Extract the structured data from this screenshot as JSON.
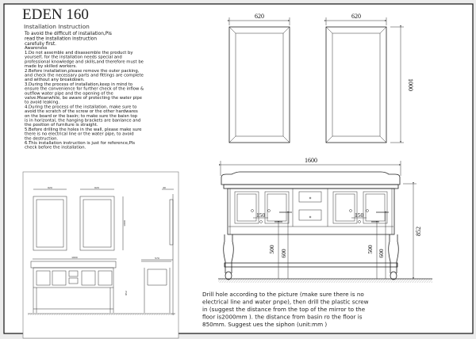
{
  "header": {
    "title": "EDEN 160",
    "subtitle": "Installation Instruction"
  },
  "instructions": [
    "To avoid the difficult of installation,Pls",
    "read the installation instruction",
    "carefully first.",
    "Awareness",
    "1.Do not assemble and disassemble the product by",
    "yourself, for the installation needs special and",
    "professional knowledge and skills,and therefore must be",
    "made by skilled workers.",
    "2.Before installation,please remove the outer packing,",
    "and check the necessary parts and fittings are complete",
    "and without any breakdown.",
    "3.During the process of installation,keep in mind to",
    "ensure the convenience for further check of the inflow &",
    "outflow water pipe and the opening of the",
    "valve.Meanwhile, be aware of protecting the water pipe",
    "to avoid leaking.",
    "4.During the process of the installation, make sure to",
    "avoid the scratch of the screw or the other hardwares",
    "on the board or the basin; to make sure the baisn top",
    "is in horizontal, the hanging brackets are banlance and",
    "the position of furniture is straight.",
    "5.Before drilling the holes in the wall, please make sure",
    "there is no electrical line or the water pipe, to avoid",
    "the destruction.",
    "6.This installation instruction is just for reference,Pls",
    "check before the installation."
  ],
  "dimensions": {
    "mirror_width_left": "620",
    "mirror_width_right": "620",
    "mirror_height": "1000",
    "vanity_width": "1600",
    "vanity_height": "852",
    "hole_spacing_left": "150",
    "hole_spacing_right": "150",
    "drain_left_a": "500",
    "drain_left_b": "600",
    "drain_right_a": "500",
    "drain_right_b": "600",
    "side_depth": "570",
    "mirror_depth": "40"
  },
  "note": [
    "Drill hole according to the picture (make sure there is no",
    "electrical line and water pnpe), then drill the plastic screw",
    "in (suggest the distance from the top of the mirror to the",
    "floor is2000mm  ). the distance from basin ro the floor is",
    "850mm. Suggest ues the siphon (unit:mm )"
  ]
}
